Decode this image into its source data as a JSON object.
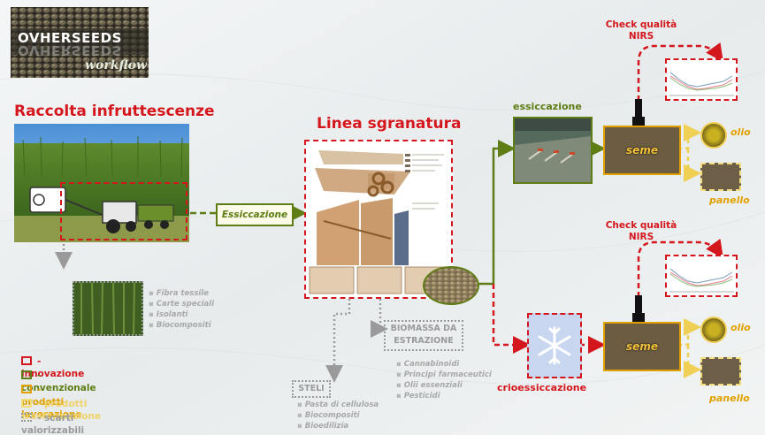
{
  "logo": {
    "brand_prefix": "OV",
    "brand_suffix": "HERSEEDS",
    "reflection": "OVHERSEEDS",
    "subtitle": "workflow"
  },
  "sections": {
    "harvest_title": "Raccolta infruttescenze",
    "threshing_title": "Linea sgranatura",
    "drying_label": "essiccazione",
    "freeze_drying_label": "crioessiccazione"
  },
  "process": {
    "essiccazione_box": "Essiccazione",
    "seme_top": "seme",
    "seme_bottom": "seme"
  },
  "quality_checks": [
    {
      "line1": "Check qualità",
      "line2": "NIRS"
    },
    {
      "line1": "Check qualità",
      "line2": "NIRS"
    }
  ],
  "products": {
    "top": [
      "olio",
      "panello"
    ],
    "bottom": [
      "olio",
      "panello"
    ]
  },
  "byproducts": {
    "stems_uses": [
      "Fibra tessile",
      "Carte speciali",
      "Isolanti",
      "Biocompositi"
    ],
    "steli_label": "STELI",
    "steli_uses": [
      "Pasta di cellulosa",
      "Biocompositi",
      "Bioedilizia"
    ],
    "biomass_label_1": "BIOMASSA DA",
    "biomass_label_2": "ESTRAZIONE",
    "biomass_uses": [
      "Cannabinoidi",
      "Principi farmaceutici",
      "Olii essenziali",
      "Pesticidi"
    ]
  },
  "legend": [
    {
      "label": "- innovazione",
      "color": "#d3171c",
      "style": "dashed"
    },
    {
      "label": "- convenzionale",
      "color": "#5e7d14",
      "style": "solid"
    },
    {
      "label": "- prodotti lavorazione",
      "color": "#e0a100",
      "style": "solid"
    },
    {
      "label": "- prodotti trasformazione",
      "color": "#f2de7c",
      "style": "solid"
    },
    {
      "label": "- scarti valorizzabili",
      "color": "#9a9a9a",
      "style": "dotted"
    }
  ],
  "colors": {
    "innovation": "#d3171c",
    "conventional": "#5e7d14",
    "processing": "#e0a100",
    "transformation": "#f2de7c",
    "waste": "#9a9a9a"
  }
}
